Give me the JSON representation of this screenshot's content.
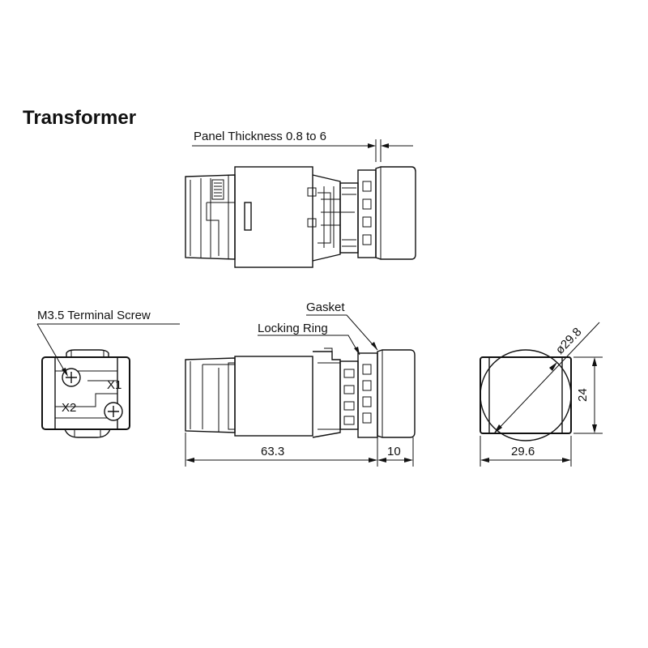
{
  "title": "Transformer",
  "labels": {
    "panel_thickness": "Panel Thickness 0.8 to 6",
    "terminal_screw": "M3.5 Terminal Screw",
    "gasket": "Gasket",
    "locking_ring": "Locking Ring",
    "terminal_x1": "X1",
    "terminal_x2": "X2"
  },
  "dimensions": {
    "body_length": "63.3",
    "head_length": "10",
    "diameter": "ø29.8",
    "height": "24",
    "width": "29.6"
  }
}
